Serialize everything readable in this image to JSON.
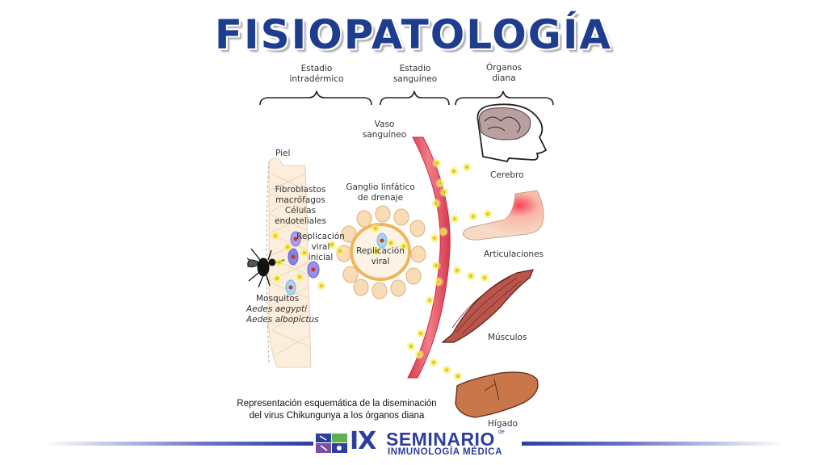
{
  "title": "FISIOPATOLOGÍA",
  "stages": {
    "intradermal": [
      "Estadio",
      "intradérmico"
    ],
    "blood": [
      "Estadio",
      "sanguíneo"
    ],
    "targets": [
      "Órganos",
      "diana"
    ]
  },
  "labels": {
    "vessel": [
      "Vaso",
      "sanguíneo"
    ],
    "skin": "Piel",
    "cells": [
      "Fibroblastos",
      "macrófagos",
      "Células",
      "endoteliales"
    ],
    "lymph_node": [
      "Ganglio linfático",
      "de drenaje"
    ],
    "initial_replication": [
      "Replicación",
      "viral",
      "inicial"
    ],
    "node_replication": [
      "Replicación",
      "viral"
    ],
    "mosquitoes": "Mosquitos",
    "species": [
      "Aedes aegypti",
      "Aedes albopictus"
    ]
  },
  "organs": [
    "Cerebro",
    "Articulaciones",
    "Músculos",
    "Hígado"
  ],
  "caption": [
    "Representación esquemática de la diseminación",
    "del virus Chikungunya a los órganos diana"
  ],
  "footer": {
    "roman": "IX",
    "seminar": "SEMINARIO",
    "de": "de",
    "subtitle": "INMUNOLOGÍA MÉDICA"
  },
  "colors": {
    "title": "#1f3d8f",
    "vessel": "#e2505f",
    "virus": "#f5e63a",
    "footer_blue": "#2d3e9e"
  }
}
